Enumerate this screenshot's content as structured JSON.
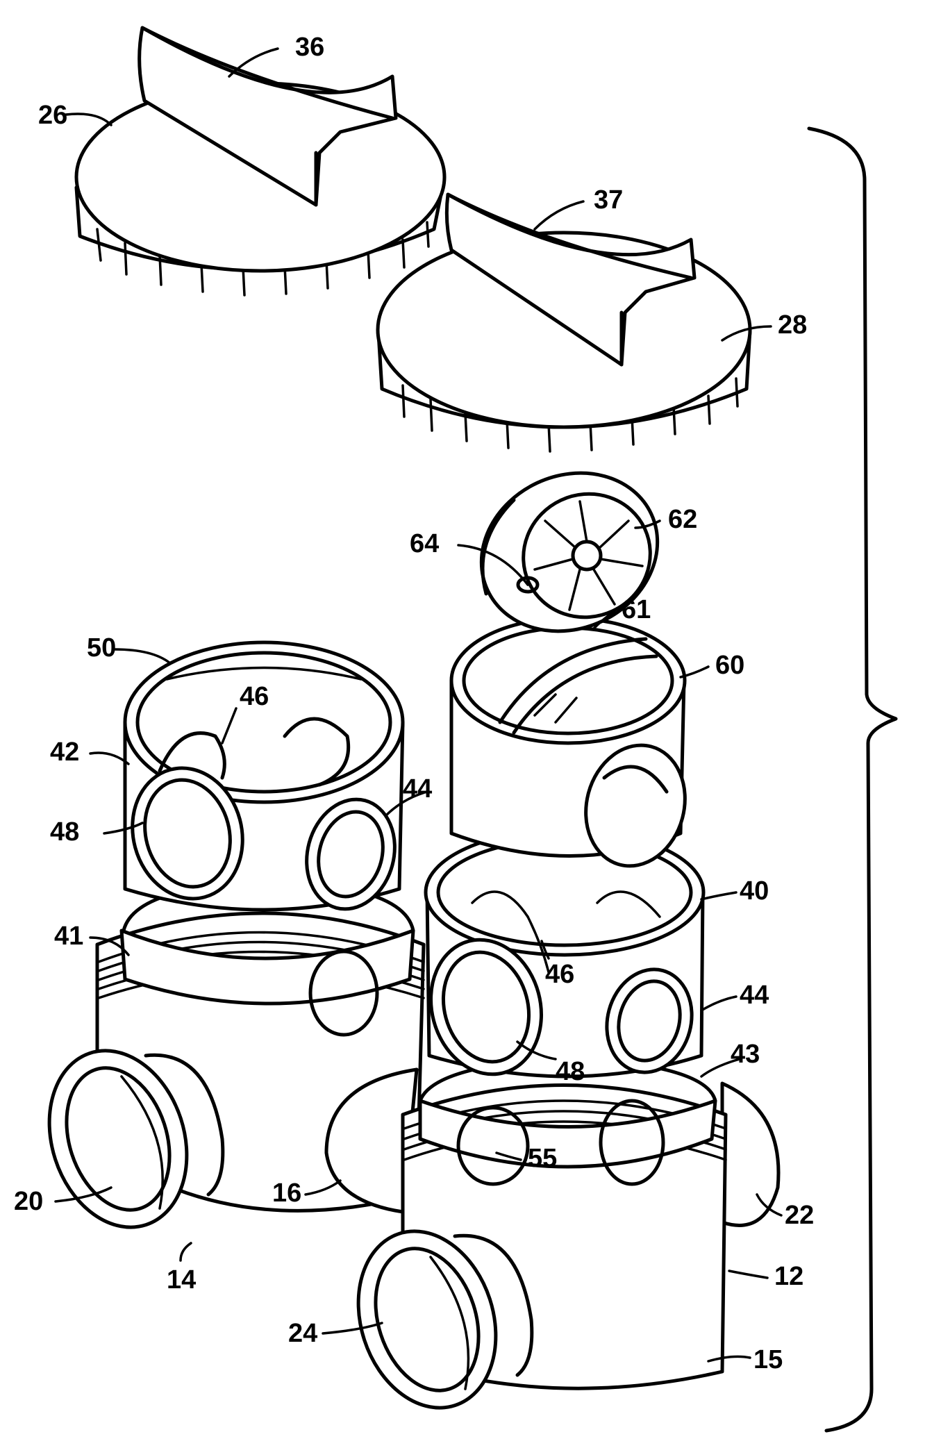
{
  "labels": {
    "l36": "36",
    "l26": "26",
    "l37": "37",
    "l28": "28",
    "l62": "62",
    "l64": "64",
    "l61": "61",
    "l60": "60",
    "l50": "50",
    "l46a": "46",
    "l42": "42",
    "l44a": "44",
    "l48a": "48",
    "l40": "40",
    "l41": "41",
    "l46b": "46",
    "l44b": "44",
    "l48b": "48",
    "l43": "43",
    "l55": "55",
    "l20": "20",
    "l16": "16",
    "l22": "22",
    "l14": "14",
    "l12": "12",
    "l24": "24",
    "l15": "15"
  }
}
